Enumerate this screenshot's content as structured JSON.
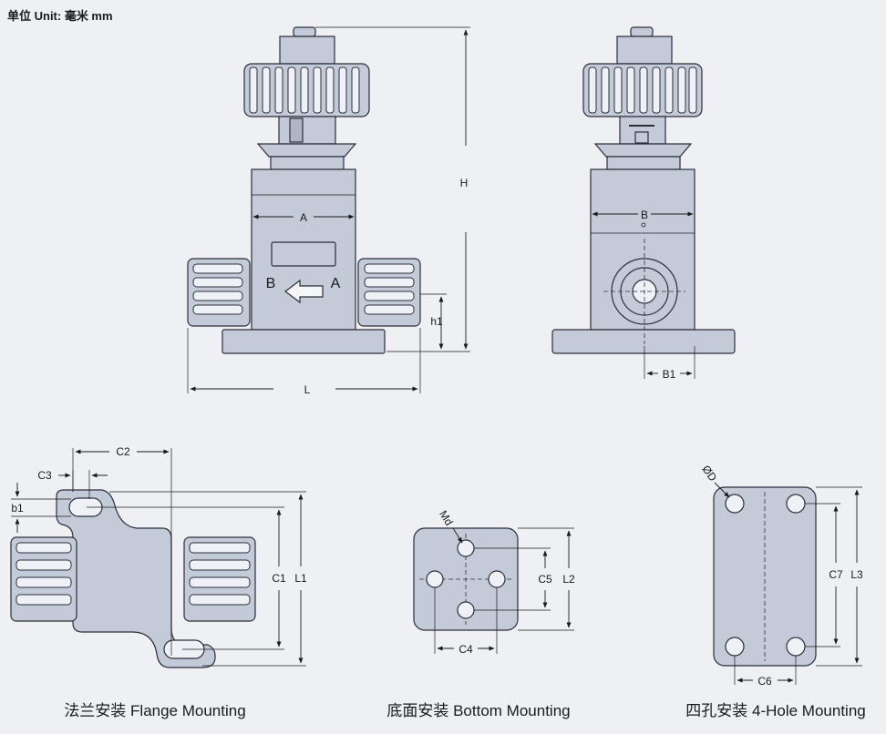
{
  "unit_label": "单位 Unit: 毫米 mm",
  "captions": {
    "flange": "法兰安装 Flange Mounting",
    "bottom": "底面安装 Bottom Mounting",
    "four_hole": "四孔安装 4-Hole Mounting"
  },
  "front_view": {
    "dim_A": "A",
    "dim_H": "H",
    "dim_h1": "h1",
    "dim_L": "L",
    "port_B": "B",
    "port_A": "A"
  },
  "side_view": {
    "dim_B": "B",
    "dim_B1": "B1"
  },
  "flange_view": {
    "dim_C1": "C1",
    "dim_L1": "L1",
    "dim_C2": "C2",
    "dim_C3": "C3",
    "dim_b1": "b1"
  },
  "bottom_view": {
    "dim_Md": "Md",
    "dim_C4": "C4",
    "dim_C5": "C5",
    "dim_L2": "L2"
  },
  "four_hole_view": {
    "dim_D": "ØD",
    "dim_C6": "C6",
    "dim_C7": "C7",
    "dim_L3": "L3"
  }
}
